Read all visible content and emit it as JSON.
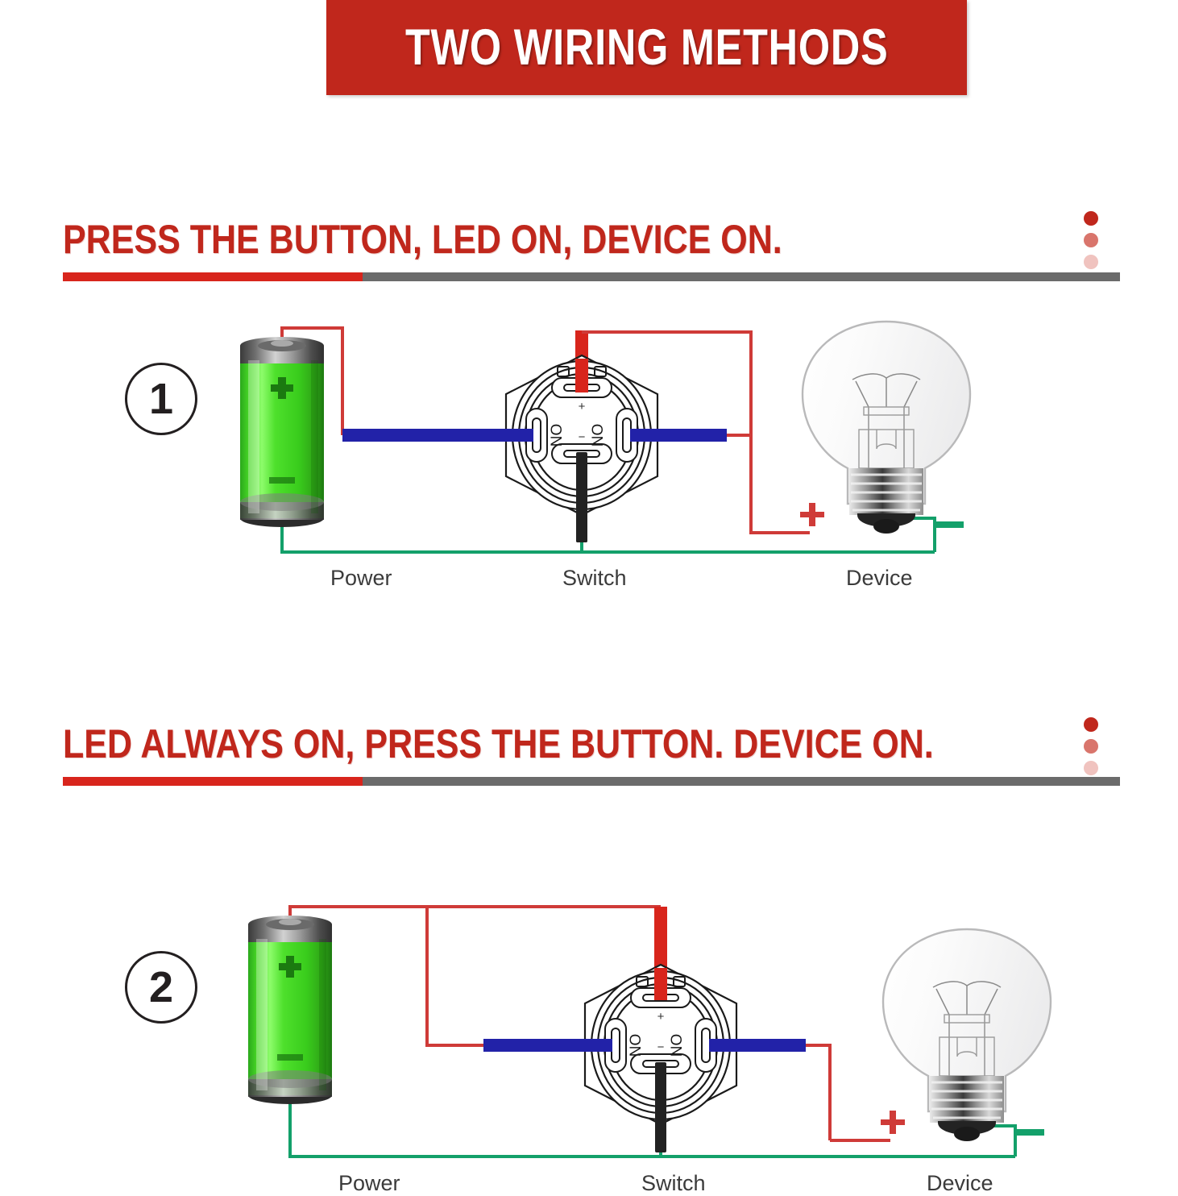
{
  "title_banner": {
    "text": "TWO WIRING METHODS",
    "bg_color": "#c0271c",
    "text_color": "#ffffff"
  },
  "theme": {
    "red": "#c0271c",
    "divider_red": "#d8251c",
    "divider_gray": "#6b6b6b",
    "wire_red": "#d8251c",
    "wire_red_thin": "#cf3b38",
    "wire_blue": "#2222a8",
    "wire_green": "#13a06a",
    "wire_black": "#222222",
    "battery_green": "#3fd422",
    "label_gray": "#3b3b3b"
  },
  "sections": [
    {
      "number": "1",
      "heading": "PRESS THE BUTTON, LED ON, DEVICE ON.",
      "dots": [
        "dot-strong",
        "dot-medium",
        "dot-light"
      ],
      "diagram": {
        "power_label": "Power",
        "switch_label": "Switch",
        "device_label": "Device",
        "battery": {
          "plus": "+",
          "minus": "−"
        },
        "switch_terminals": {
          "top": "+",
          "bottom": "−",
          "left": "NO",
          "right": "NO"
        },
        "bulb": {
          "plus": "+",
          "minus": "−"
        }
      }
    },
    {
      "number": "2",
      "heading": "LED ALWAYS ON, PRESS THE BUTTON. DEVICE ON.",
      "dots": [
        "dot-strong",
        "dot-medium",
        "dot-light"
      ],
      "diagram": {
        "power_label": "Power",
        "switch_label": "Switch",
        "device_label": "Device",
        "battery": {
          "plus": "+",
          "minus": "−"
        },
        "switch_terminals": {
          "top": "+",
          "bottom": "−",
          "left": "NO",
          "right": "NO"
        },
        "bulb": {
          "plus": "+",
          "minus": "−"
        }
      }
    }
  ]
}
